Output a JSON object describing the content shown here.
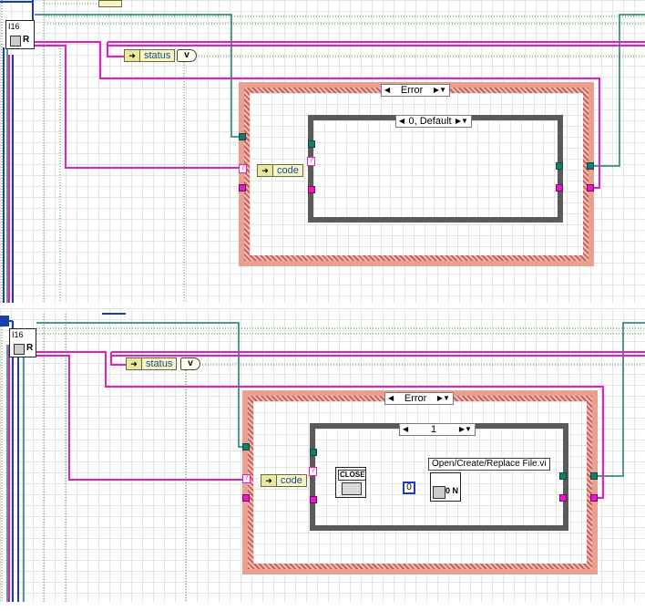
{
  "top": {
    "case_selector": "Error",
    "inner_selector": "0, Default",
    "status_label": "status",
    "code_label": "code",
    "or_label": "v",
    "read_count": "I16",
    "read_mode": "R"
  },
  "bottom": {
    "case_selector": "Error",
    "inner_selector": "1",
    "status_label": "status",
    "code_label": "code",
    "or_label": "v",
    "read_count": "I16",
    "read_mode": "R",
    "close_label": "CLOSE",
    "open_vi_label": "Open/Create/Replace File.vi",
    "numeric_constant": "0",
    "open_icon_text": "0 N"
  },
  "colors": {
    "wire_pink": "#e020c0",
    "wire_teal": "#1a7a6e",
    "wire_green_dotted": "#3a9a3a",
    "wire_blue": "#1a3fa8",
    "case_border": "#e8a090"
  }
}
